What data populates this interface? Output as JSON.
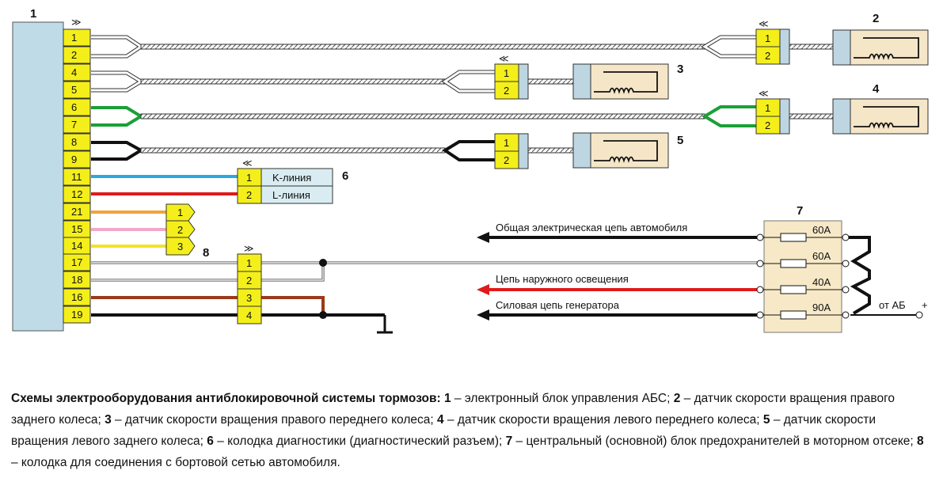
{
  "blocks": {
    "ecu": {
      "number": "1",
      "pins": [
        "1",
        "2",
        "4",
        "5",
        "6",
        "7",
        "8",
        "9",
        "11",
        "12",
        "21",
        "15",
        "14",
        "17",
        "18",
        "16",
        "19"
      ]
    },
    "sensor_rr": {
      "number": "2",
      "pins": [
        "1",
        "2"
      ]
    },
    "sensor_rf": {
      "number": "3",
      "pins": [
        "1",
        "2"
      ]
    },
    "sensor_lf": {
      "number": "4",
      "pins": [
        "1",
        "2"
      ]
    },
    "sensor_lr": {
      "number": "5",
      "pins": [
        "1",
        "2"
      ]
    },
    "diag": {
      "number": "6",
      "pins": [
        "1",
        "2"
      ],
      "lines": [
        "K-линия",
        "L-линия"
      ]
    },
    "fusebox": {
      "number": "7",
      "fuses": [
        "60A",
        "60A",
        "40A",
        "90A"
      ],
      "battery_label": "от АБ",
      "plus": "+"
    },
    "harness": {
      "number": "8",
      "pins_a": [
        "1",
        "2",
        "3"
      ],
      "pins_b": [
        "1",
        "2",
        "3",
        "4"
      ]
    }
  },
  "circuits": {
    "general": "Общая электрическая цепь автомобиля",
    "lighting": "Цепь наружного освещения",
    "generator": "Силовая цепь генератора"
  },
  "caption": {
    "title": "Схемы электрооборудования антиблокировочной системы тормозов:",
    "items": [
      {
        "n": "1",
        "text": " – электронный блок управления АБС; "
      },
      {
        "n": "2",
        "text": " – датчик скорости вращения правого заднего колеса; "
      },
      {
        "n": "3",
        "text": " – датчик скорости вращения правого переднего колеса; "
      },
      {
        "n": "4",
        "text": " – датчик скорости вращения левого переднего колеса; "
      },
      {
        "n": "5",
        "text": " – датчик скорости вращения левого заднего колеса; "
      },
      {
        "n": "6",
        "text": " – колодка диагностики (диагностический разъем); "
      },
      {
        "n": "7",
        "text": " – центральный (основной) блок предохранителей в моторном отсеке; "
      },
      {
        "n": "8",
        "text": " – колодка для соединения с бортовой сетью автомобиля."
      }
    ]
  },
  "colors": {
    "connector": "#f4ef1a",
    "sensor_body": "#f6e6c8",
    "sensor_cap": "#bdd6e2",
    "diag_body": "#d9ecf2",
    "ecu_body": "#bfdbe8",
    "fusebox_body": "#f7e9c7",
    "wire_green": "#1aa037",
    "wire_blue": "#2aa9e0",
    "wire_red": "#e01a1a",
    "wire_orange": "#f2a33c",
    "wire_pink": "#f0a8c8",
    "wire_yellow": "#f2e22a",
    "wire_brown": "#9a3a1a",
    "wire_black": "#111111"
  }
}
